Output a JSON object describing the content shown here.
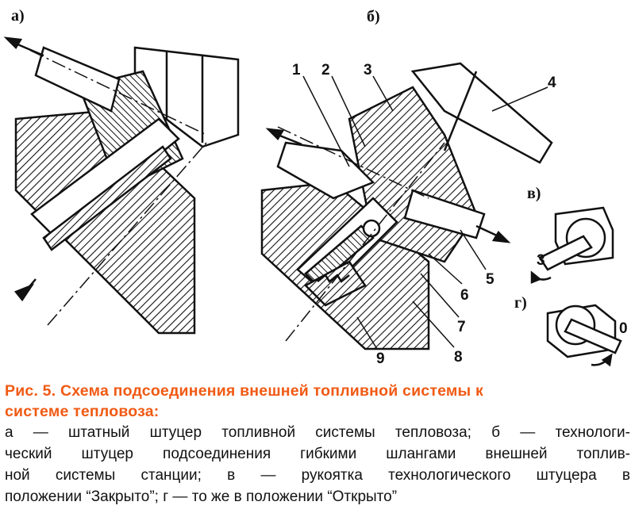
{
  "figure": {
    "panel_labels": {
      "a": "а)",
      "b": "б)",
      "v": "в)",
      "g": "г)"
    },
    "part_numbers": [
      "1",
      "2",
      "3",
      "4",
      "5",
      "6",
      "7",
      "8",
      "9"
    ],
    "handle_positions": {
      "closed": "3",
      "open": "0"
    }
  },
  "caption": {
    "title_line1": "Рис. 5. Схема подсоединения внешней топливной системы к",
    "title_line2": "системе тепловоза:",
    "lines": [
      "а — штатный штуцер топливной системы тепловоза; б — технологи-",
      "ческий штуцер подсоединения гибкими шлангами внешней топлив-",
      "ной системы станции; в — рукоятка технологического штуцера в",
      "положении “Закрыто”; г — то же в положении “Открыто”"
    ],
    "title_color": "#f05a14"
  }
}
